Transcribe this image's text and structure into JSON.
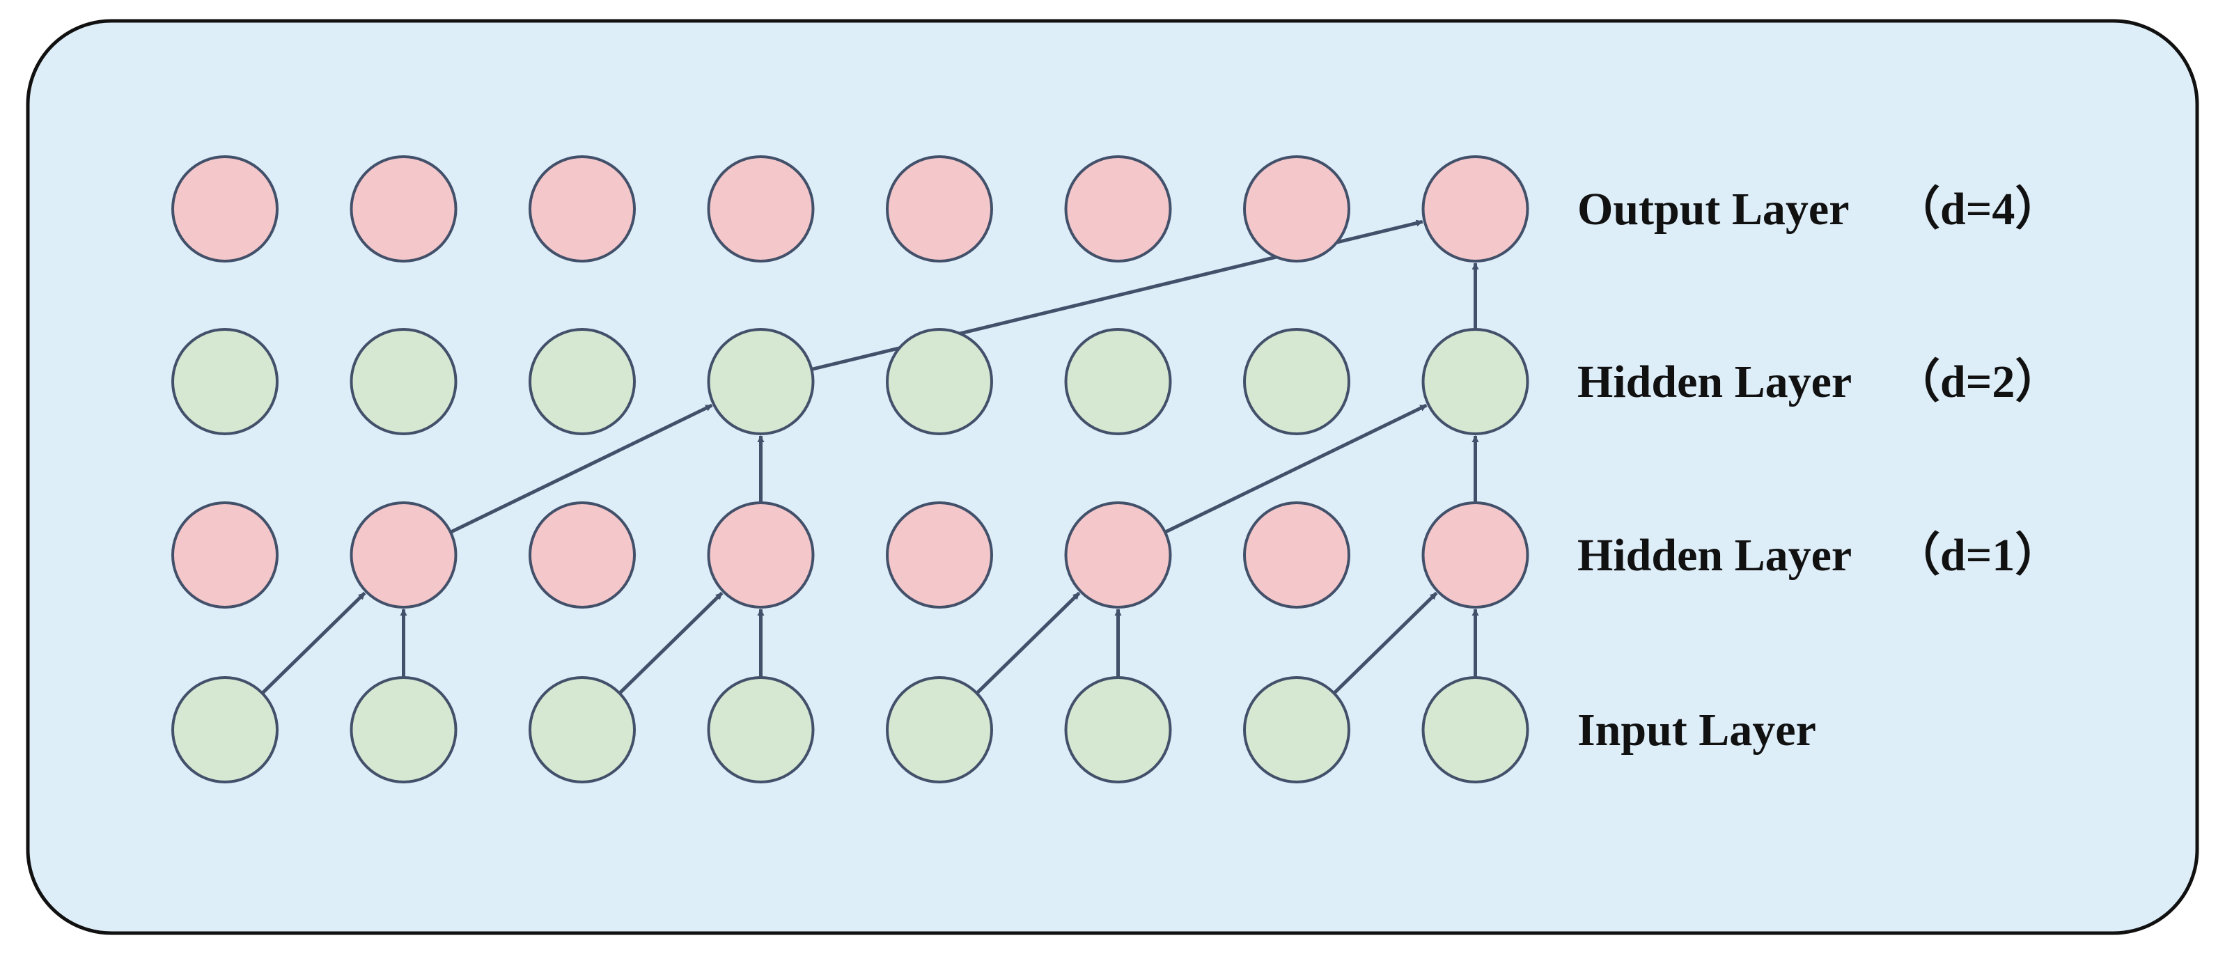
{
  "diagram": {
    "colors": {
      "panel_fill": "#deeef9",
      "panel_stroke": "#111111",
      "node_stroke": "#43506a",
      "edge": "#43506a",
      "node_pink": "#f4c8cb",
      "node_green": "#d7e8d2"
    },
    "layers": [
      {
        "label": "Output Layer",
        "dilation": "（d=4）",
        "node_color": "pink"
      },
      {
        "label": "Hidden Layer",
        "dilation": "（d=2）",
        "node_color": "green"
      },
      {
        "label": "Hidden Layer",
        "dilation": "（d=1）",
        "node_color": "pink"
      },
      {
        "label": "Input Layer",
        "dilation": "",
        "node_color": "green"
      }
    ],
    "nodes_per_layer": 8,
    "highlighted_nodes": [
      [
        7
      ],
      [
        3,
        7
      ],
      [
        1,
        3,
        5,
        7
      ],
      [
        0,
        1,
        2,
        3,
        4,
        5,
        6,
        7
      ]
    ],
    "connections": [
      {
        "from_layer": 1,
        "from": 3,
        "to_layer": 0,
        "to": 7
      },
      {
        "from_layer": 1,
        "from": 7,
        "to_layer": 0,
        "to": 7
      },
      {
        "from_layer": 2,
        "from": 1,
        "to_layer": 1,
        "to": 3
      },
      {
        "from_layer": 2,
        "from": 3,
        "to_layer": 1,
        "to": 3
      },
      {
        "from_layer": 2,
        "from": 5,
        "to_layer": 1,
        "to": 7
      },
      {
        "from_layer": 2,
        "from": 7,
        "to_layer": 1,
        "to": 7
      },
      {
        "from_layer": 3,
        "from": 0,
        "to_layer": 2,
        "to": 1
      },
      {
        "from_layer": 3,
        "from": 1,
        "to_layer": 2,
        "to": 1
      },
      {
        "from_layer": 3,
        "from": 2,
        "to_layer": 2,
        "to": 3
      },
      {
        "from_layer": 3,
        "from": 3,
        "to_layer": 2,
        "to": 3
      },
      {
        "from_layer": 3,
        "from": 4,
        "to_layer": 2,
        "to": 5
      },
      {
        "from_layer": 3,
        "from": 5,
        "to_layer": 2,
        "to": 5
      },
      {
        "from_layer": 3,
        "from": 6,
        "to_layer": 2,
        "to": 7
      },
      {
        "from_layer": 3,
        "from": 7,
        "to_layer": 2,
        "to": 7
      }
    ]
  }
}
